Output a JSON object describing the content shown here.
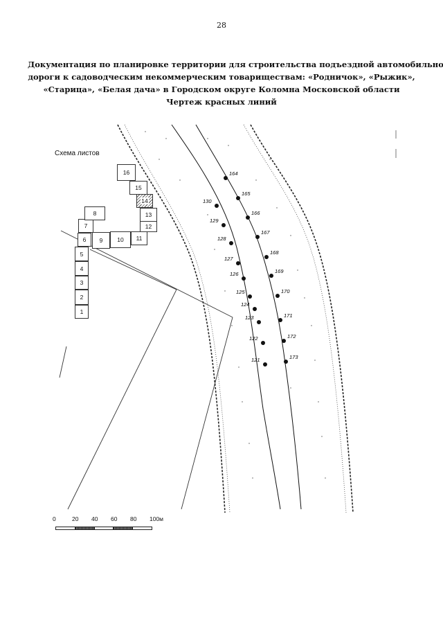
{
  "page_number": "28",
  "title_lines": [
    "Документация по планировке территории для строительства подъездной автомобильной",
    "дороги к садоводческим некоммерческим товариществам: «Родничок», «Рыжик»,",
    "«Старица», «Белая дача» в Городском округе Коломна Московской области",
    "Чертеж красных линий"
  ],
  "scheme_label": "Схема листов",
  "sheets": [
    "1",
    "2",
    "3",
    "4",
    "5",
    "6",
    "7",
    "8",
    "9",
    "10",
    "11",
    "12",
    "13",
    "14",
    "15",
    "16"
  ],
  "active_sheet": "14",
  "left_points": [
    "130",
    "129",
    "128",
    "127",
    "126",
    "125",
    "124",
    "123",
    "122",
    "121"
  ],
  "right_points": [
    "164",
    "165",
    "166",
    "167",
    "168",
    "169",
    "170",
    "171",
    "172",
    "173"
  ],
  "scale": {
    "ticks": [
      "0",
      "20",
      "40",
      "60",
      "80",
      "100м"
    ]
  }
}
